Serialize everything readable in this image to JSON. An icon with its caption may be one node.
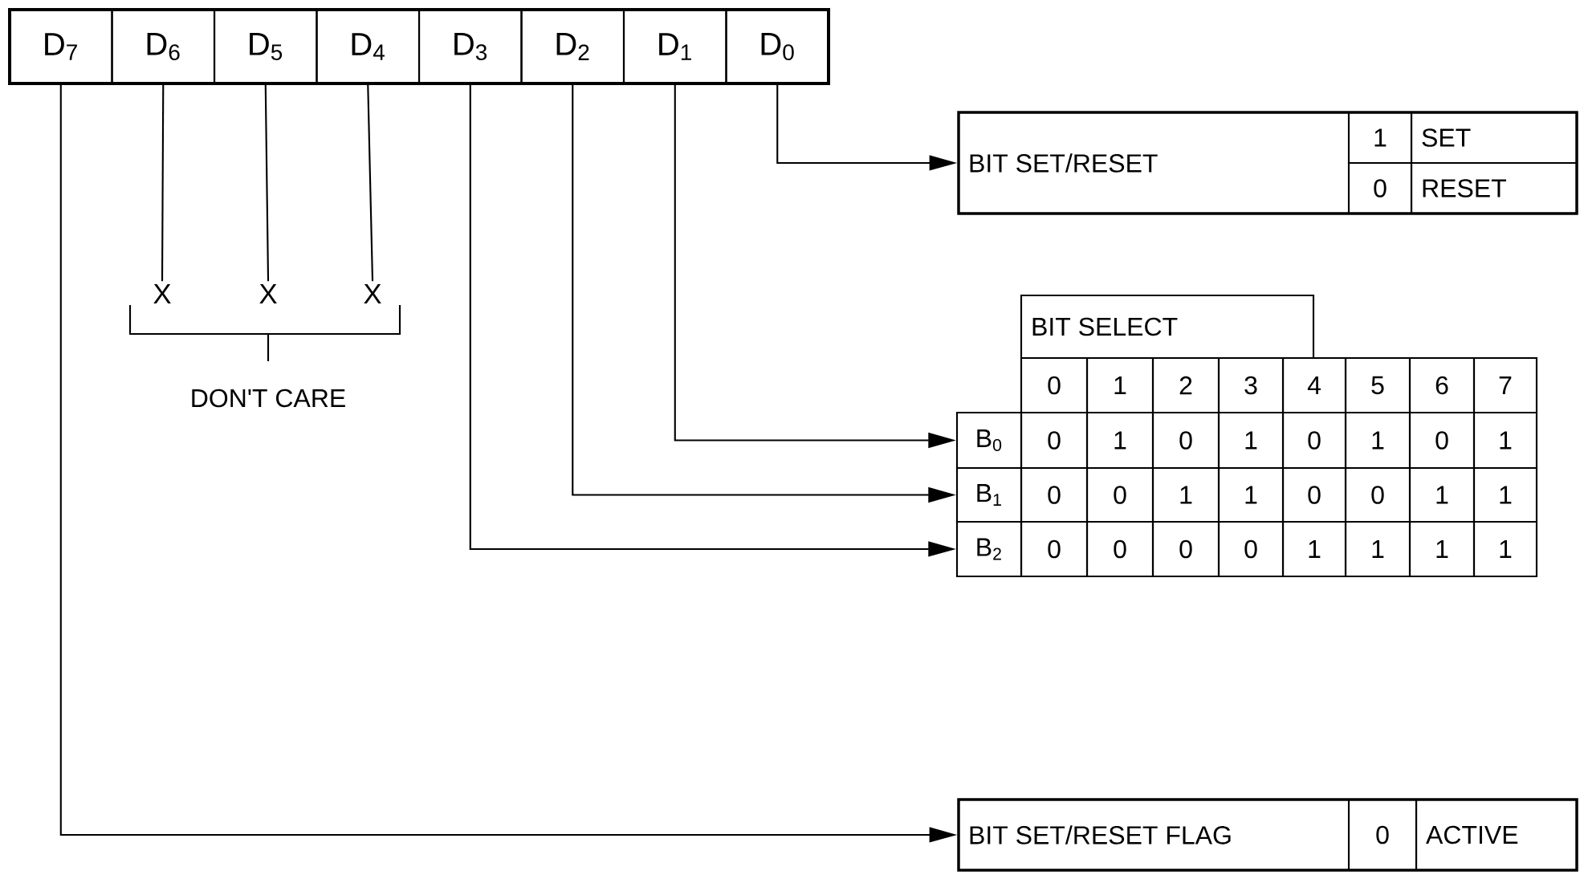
{
  "diagram": {
    "nodes": [
      {
        "text": [
          "D$_{7}$"
        ]
      },
      {
        "text": [
          "D$_{6}$"
        ]
      },
      {
        "text": [
          "D$_{5}$"
        ]
      },
      {
        "text": [
          "D$_{4}$"
        ]
      },
      {
        "text": [
          "D$_{3}$"
        ]
      },
      {
        "text": [
          "D$_{2}$"
        ]
      },
      {
        "text": [
          "D$_{1}$"
        ]
      },
      {
        "text": [
          "D$_{0}$"
        ]
      },
      {
        "text": [
          "X"
        ]
      },
      {
        "text": [
          "X"
        ]
      },
      {
        "text": [
          "X"
        ]
      },
      {
        "text": [
          "BIT SET/RESET"
        ]
      },
      {
        "text": [
          "B$_{0}$"
        ]
      },
      {
        "text": [
          "B$_{1}$"
        ]
      },
      {
        "text": [
          "B$_{2}$"
        ]
      },
      {
        "text": [
          "BIT SET/RESET FLAG"
        ]
      }
    ],
    "edges": [
      {
        "from": 1,
        "to": 8,
        "arrow": "none"
      },
      {
        "from": 2,
        "to": 9,
        "arrow": "none"
      },
      {
        "from": 3,
        "to": 10,
        "arrow": "none"
      },
      {
        "from": 7,
        "to": 11,
        "arrow": "to"
      },
      {
        "from": 6,
        "to": 12,
        "arrow": "to"
      },
      {
        "from": 5,
        "to": 13,
        "arrow": "to"
      },
      {
        "from": 4,
        "to": 14,
        "arrow": "to"
      },
      {
        "from": 0,
        "to": 15,
        "arrow": "to"
      }
    ],
    "labels": [
      "1",
      "SET",
      "0",
      "RESET",
      "BIT SELECT",
      "0",
      "1",
      "2",
      "3",
      "4",
      "5",
      "6",
      "7",
      "DON'T CARE",
      "0",
      "1",
      "0",
      "1",
      "0",
      "1",
      "0",
      "1",
      "0",
      "0",
      "1",
      "1",
      "0",
      "0",
      "1",
      "1",
      "0",
      "0",
      "0",
      "0",
      "1",
      "1",
      "1",
      "1",
      "0",
      "ACTIVE"
    ]
  }
}
